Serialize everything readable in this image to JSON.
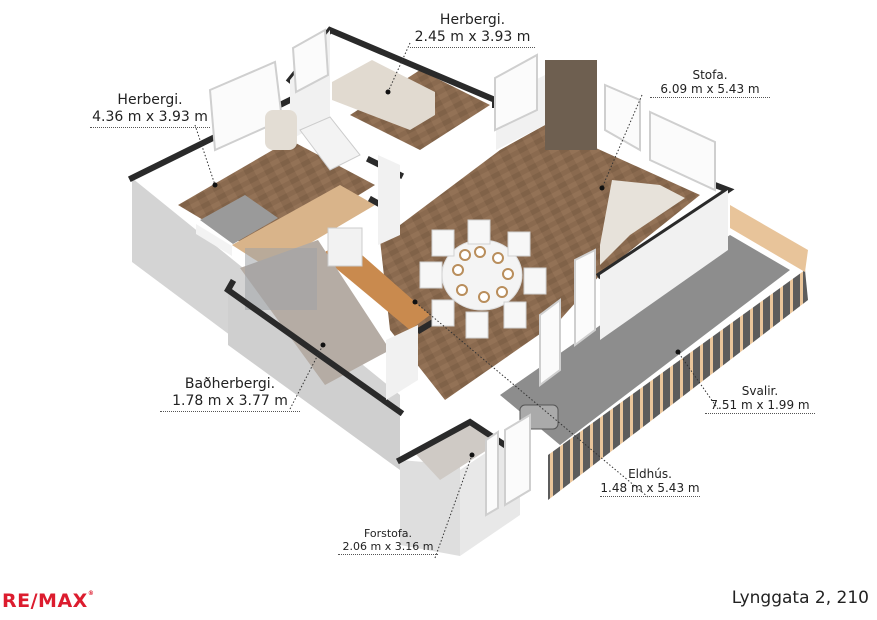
{
  "plan": {
    "title": "Lynggata 2, 210",
    "brand": "RE/MAX",
    "brand_mark": "®",
    "colors": {
      "wood_floor": "#8a6a4f",
      "wall_top": "#2a2a2a",
      "wall_face": "#e6e6e6",
      "balcony_floor": "#8d8d8d",
      "railing": "#e8c49a",
      "brand_red": "#dc1c2e",
      "tile_floor": "#b5aca4"
    }
  },
  "rooms": [
    {
      "id": "herbergi-1",
      "name": "Herbergi.",
      "dims": "2.45 m x 3.93 m"
    },
    {
      "id": "herbergi-2",
      "name": "Herbergi.",
      "dims": "4.36 m x 3.93 m"
    },
    {
      "id": "stofa",
      "name": "Stofa.",
      "dims": "6.09 m x 5.43 m"
    },
    {
      "id": "badherbergi",
      "name": "Baðherbergi.",
      "dims": "1.78 m x 3.77 m"
    },
    {
      "id": "svalir",
      "name": "Svalir.",
      "dims": "7.51 m x 1.99 m"
    },
    {
      "id": "eldhus",
      "name": "Eldhús.",
      "dims": "1.48 m x 5.43 m"
    },
    {
      "id": "forstofa",
      "name": "Forstofa.",
      "dims": "2.06 m x 3.16 m"
    }
  ]
}
